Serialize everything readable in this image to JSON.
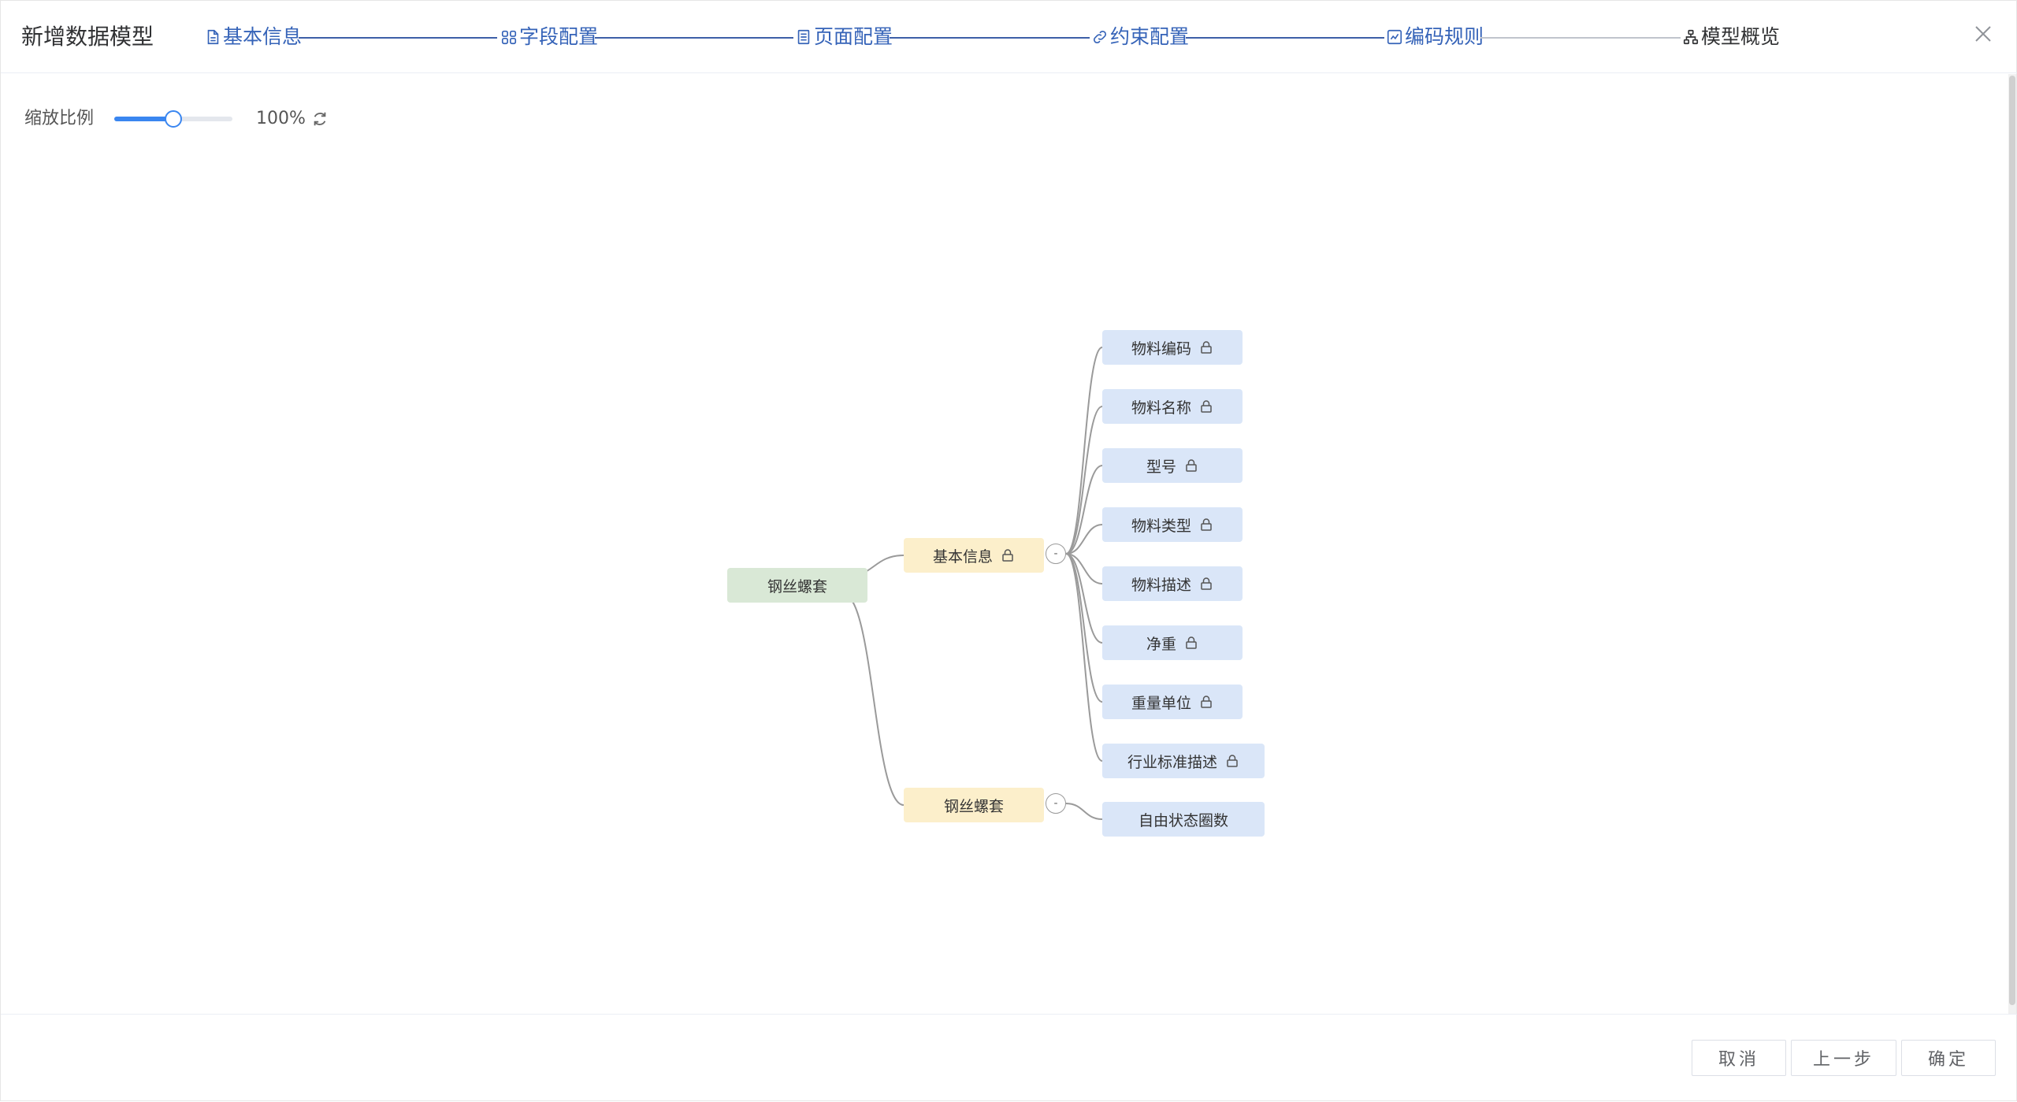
{
  "dialog": {
    "title": "新增数据模型"
  },
  "steps": [
    {
      "label": "基本信息",
      "icon": "document-icon"
    },
    {
      "label": "字段配置",
      "icon": "grid-icon"
    },
    {
      "label": "页面配置",
      "icon": "page-icon"
    },
    {
      "label": "约束配置",
      "icon": "link-icon"
    },
    {
      "label": "编码规则",
      "icon": "chart-icon"
    },
    {
      "label": "模型概览",
      "icon": "hierarchy-icon"
    }
  ],
  "current_step": "模型概览",
  "zoom": {
    "label": "缩放比例",
    "value": "100%",
    "slider_fraction": 0.5
  },
  "mindmap": {
    "root": "钢丝螺套",
    "groups": [
      {
        "label": "基本信息",
        "locked": true,
        "children": [
          {
            "label": "物料编码",
            "locked": true
          },
          {
            "label": "物料名称",
            "locked": true
          },
          {
            "label": "型号",
            "locked": true
          },
          {
            "label": "物料类型",
            "locked": true
          },
          {
            "label": "物料描述",
            "locked": true
          },
          {
            "label": "净重",
            "locked": true
          },
          {
            "label": "重量单位",
            "locked": true
          },
          {
            "label": "行业标准描述",
            "locked": true
          }
        ]
      },
      {
        "label": "钢丝螺套",
        "locked": false,
        "children": [
          {
            "label": "自由状态圈数",
            "locked": false
          }
        ]
      }
    ],
    "colors": {
      "root": "#d9e8d6",
      "group": "#fcefcb",
      "leaf": "#dae6f8",
      "edge": "#9a9a9a"
    }
  },
  "footer": {
    "cancel": "取消",
    "prev": "上一步",
    "confirm": "确定"
  },
  "colors": {
    "accent": "#3563b8",
    "slider": "#3a86f0"
  }
}
